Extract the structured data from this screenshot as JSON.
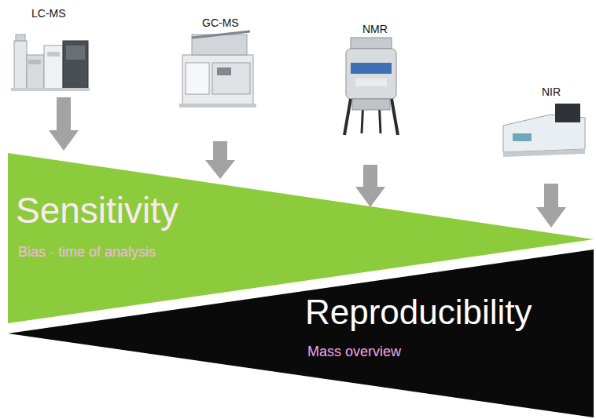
{
  "diagram": {
    "nodes": [
      {
        "text": [
          "Sensitivity",
          "Bias · time of analysis"
        ]
      },
      {
        "text": [
          "Reproducibility",
          "Mass overview"
        ]
      }
    ],
    "labels": [
      "LC-MS",
      "GC-MS",
      "NMR",
      "NIR"
    ]
  }
}
